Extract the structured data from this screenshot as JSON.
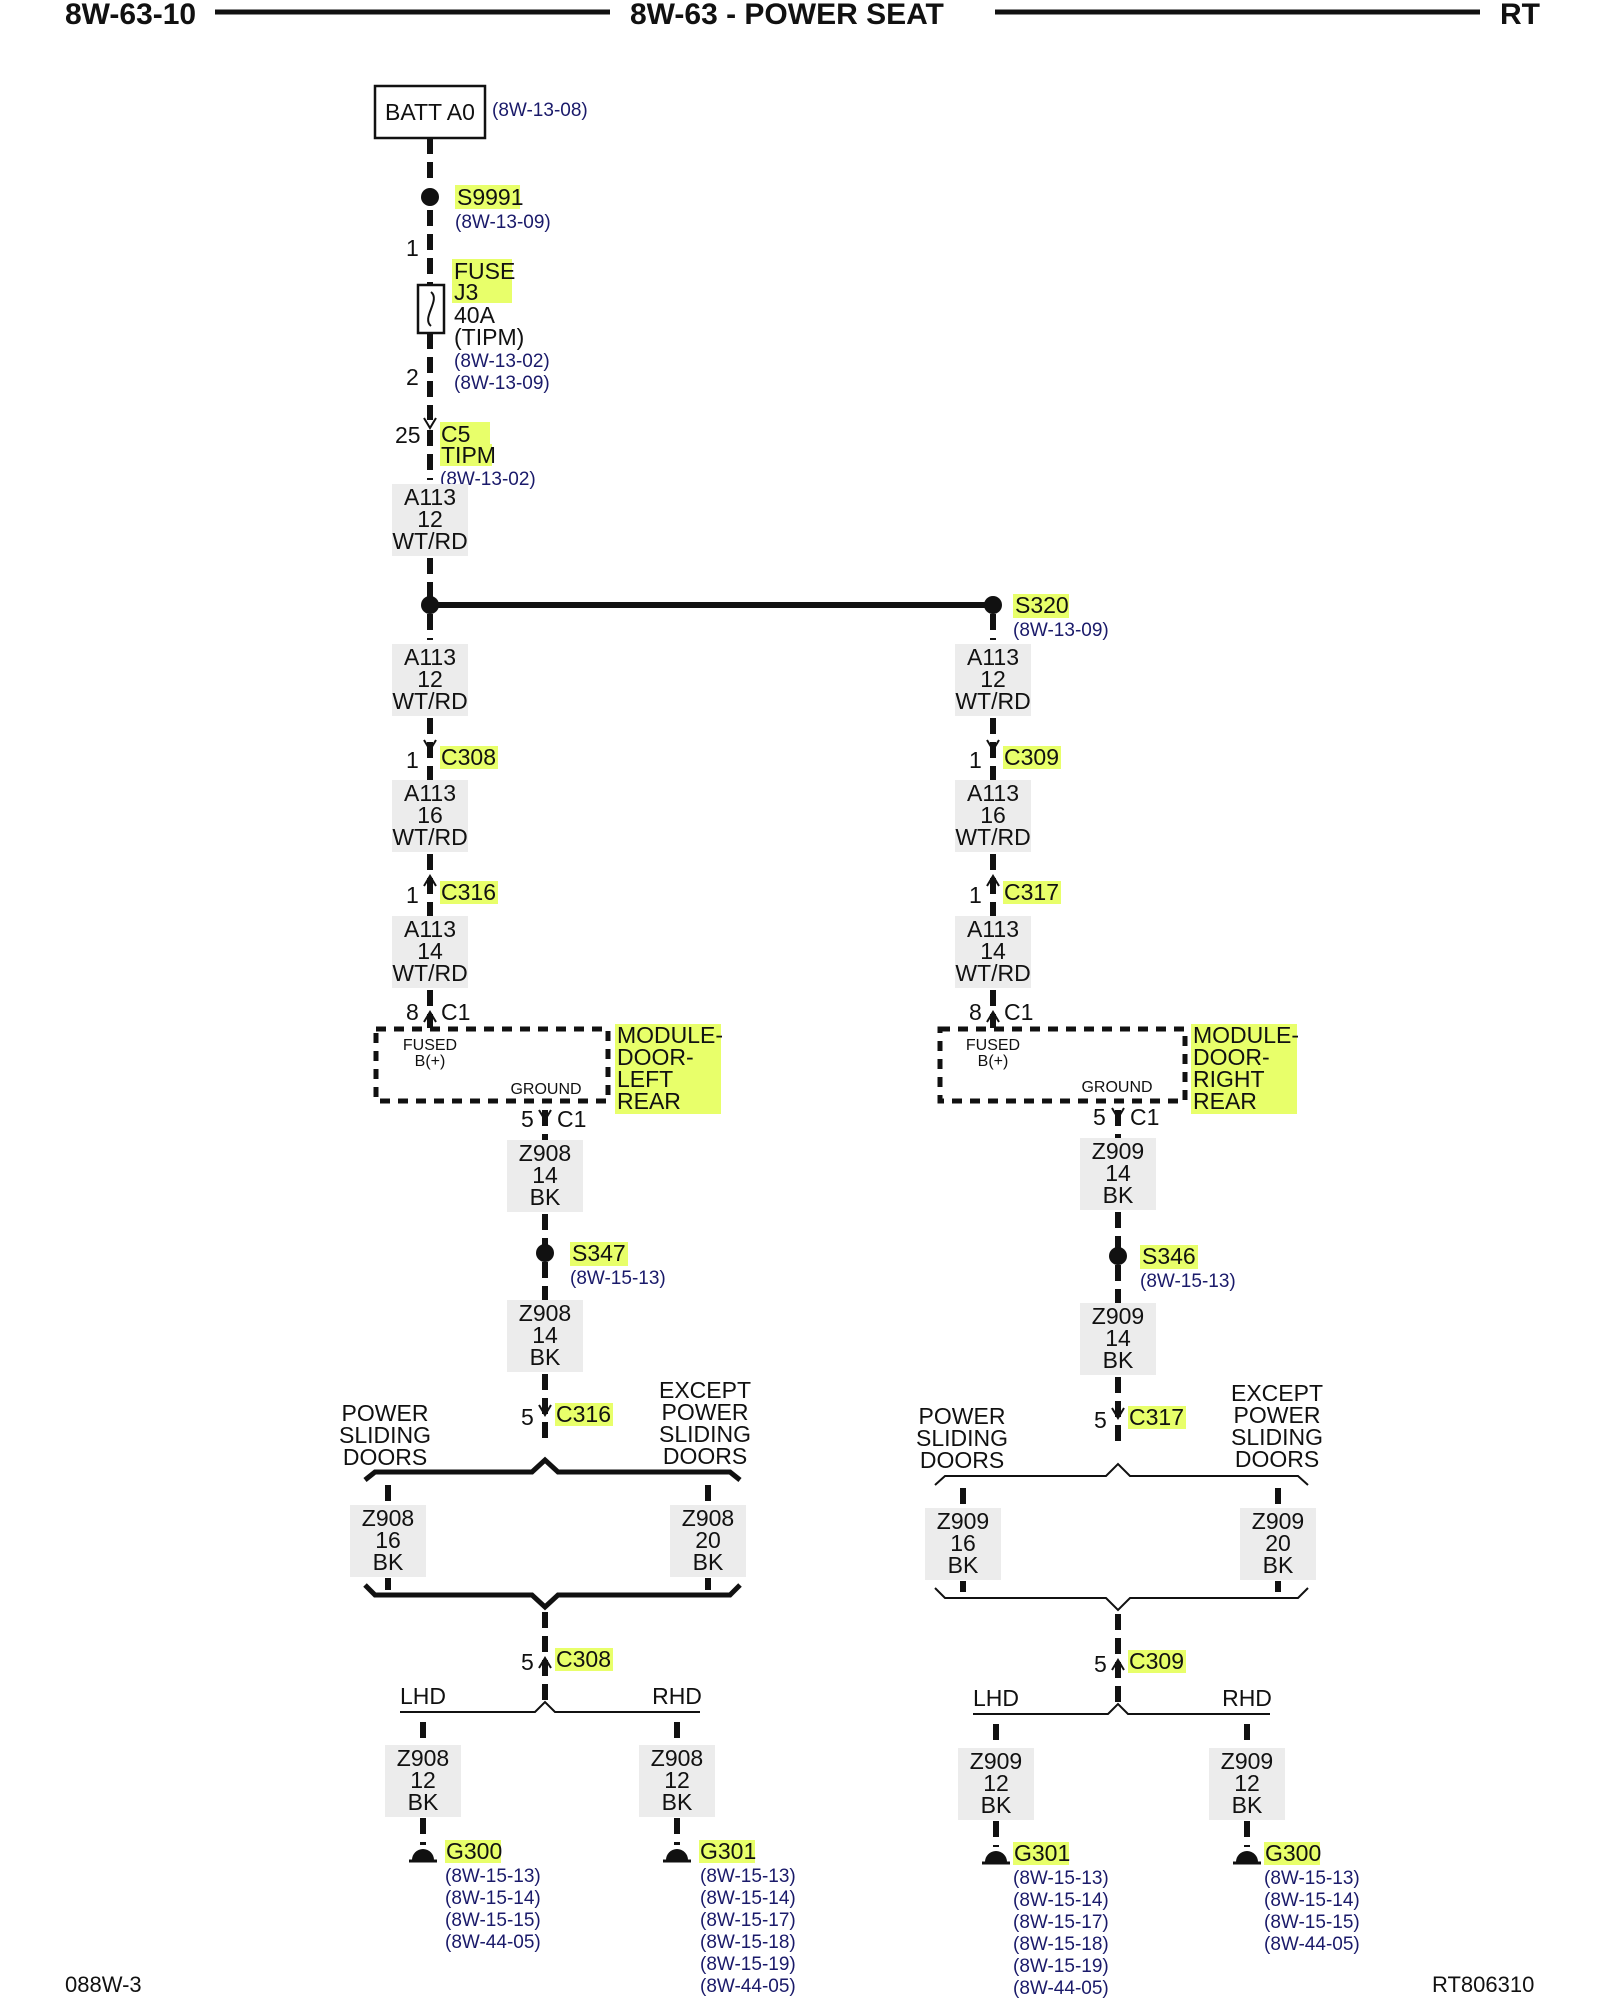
{
  "header": {
    "left": "8W-63-10",
    "center": "8W-63 - POWER SEAT",
    "right": "RT"
  },
  "footer": {
    "left": "088W-3",
    "right": "RT806310"
  },
  "source": {
    "name": "BATT A0",
    "ref": "(8W-13-08)"
  },
  "splice_top": {
    "name": "S9991",
    "ref": "(8W-13-09)"
  },
  "fuse": {
    "pin_in": "1",
    "pin_out": "2",
    "label1": "FUSE",
    "label2": "J3",
    "rating": "40A",
    "module": "(TIPM)",
    "ref1": "(8W-13-02)",
    "ref2": "(8W-13-09)"
  },
  "conn_c5": {
    "pin": "25",
    "name": "C5",
    "module": "TIPM",
    "ref": "(8W-13-02)"
  },
  "wire_main": {
    "circuit": "A113",
    "gauge": "12",
    "color": "WT/RD"
  },
  "splice_right": {
    "name": "S320",
    "ref": "(8W-13-09)"
  },
  "left": {
    "wire1": {
      "circuit": "A113",
      "gauge": "12",
      "color": "WT/RD"
    },
    "conn_a": {
      "pin": "1",
      "name": "C308"
    },
    "wire2": {
      "circuit": "A113",
      "gauge": "16",
      "color": "WT/RD"
    },
    "conn_b": {
      "pin": "1",
      "name": "C316"
    },
    "wire3": {
      "circuit": "A113",
      "gauge": "14",
      "color": "WT/RD"
    },
    "mod_in": {
      "pin": "8",
      "conn": "C1"
    },
    "module": {
      "fused1": "FUSED",
      "fused2": "B(+)",
      "ground": "GROUND",
      "l1": "MODULE-",
      "l2": "DOOR-",
      "l3": "LEFT",
      "l4": "REAR"
    },
    "mod_out": {
      "pin": "5",
      "conn": "C1"
    },
    "gw1": {
      "circuit": "Z908",
      "gauge": "14",
      "color": "BK"
    },
    "splice": {
      "name": "S347",
      "ref": "(8W-15-13)"
    },
    "gw2": {
      "circuit": "Z908",
      "gauge": "14",
      "color": "BK"
    },
    "conn_c": {
      "pin": "5",
      "name": "C316"
    },
    "opt_left": {
      "l1": "POWER",
      "l2": "SLIDING",
      "l3": "DOORS"
    },
    "opt_right": {
      "l1": "EXCEPT",
      "l2": "POWER",
      "l3": "SLIDING",
      "l4": "DOORS"
    },
    "ow_left": {
      "circuit": "Z908",
      "gauge": "16",
      "color": "BK"
    },
    "ow_right": {
      "circuit": "Z908",
      "gauge": "20",
      "color": "BK"
    },
    "conn_d": {
      "pin": "5",
      "name": "C308"
    },
    "lhd": "LHD",
    "rhd": "RHD",
    "hw_left": {
      "circuit": "Z908",
      "gauge": "12",
      "color": "BK"
    },
    "hw_right": {
      "circuit": "Z908",
      "gauge": "12",
      "color": "BK"
    },
    "ground_left": {
      "name": "G300",
      "refs": [
        "(8W-15-13)",
        "(8W-15-14)",
        "(8W-15-15)",
        "(8W-44-05)"
      ]
    },
    "ground_right": {
      "name": "G301",
      "refs": [
        "(8W-15-13)",
        "(8W-15-14)",
        "(8W-15-17)",
        "(8W-15-18)",
        "(8W-15-19)",
        "(8W-44-05)"
      ]
    }
  },
  "right": {
    "wire1": {
      "circuit": "A113",
      "gauge": "12",
      "color": "WT/RD"
    },
    "conn_a": {
      "pin": "1",
      "name": "C309"
    },
    "wire2": {
      "circuit": "A113",
      "gauge": "16",
      "color": "WT/RD"
    },
    "conn_b": {
      "pin": "1",
      "name": "C317"
    },
    "wire3": {
      "circuit": "A113",
      "gauge": "14",
      "color": "WT/RD"
    },
    "mod_in": {
      "pin": "8",
      "conn": "C1"
    },
    "module": {
      "fused1": "FUSED",
      "fused2": "B(+)",
      "ground": "GROUND",
      "l1": "MODULE-",
      "l2": "DOOR-",
      "l3": "RIGHT",
      "l4": "REAR"
    },
    "mod_out": {
      "pin": "5",
      "conn": "C1"
    },
    "gw1": {
      "circuit": "Z909",
      "gauge": "14",
      "color": "BK"
    },
    "splice": {
      "name": "S346",
      "ref": "(8W-15-13)"
    },
    "gw2": {
      "circuit": "Z909",
      "gauge": "14",
      "color": "BK"
    },
    "conn_c": {
      "pin": "5",
      "name": "C317"
    },
    "opt_left": {
      "l1": "POWER",
      "l2": "SLIDING",
      "l3": "DOORS"
    },
    "opt_right": {
      "l1": "EXCEPT",
      "l2": "POWER",
      "l3": "SLIDING",
      "l4": "DOORS"
    },
    "ow_left": {
      "circuit": "Z909",
      "gauge": "16",
      "color": "BK"
    },
    "ow_right": {
      "circuit": "Z909",
      "gauge": "20",
      "color": "BK"
    },
    "conn_d": {
      "pin": "5",
      "name": "C309"
    },
    "lhd": "LHD",
    "rhd": "RHD",
    "hw_left": {
      "circuit": "Z909",
      "gauge": "12",
      "color": "BK"
    },
    "hw_right": {
      "circuit": "Z909",
      "gauge": "12",
      "color": "BK"
    },
    "ground_left": {
      "name": "G301",
      "refs": [
        "(8W-15-13)",
        "(8W-15-14)",
        "(8W-15-17)",
        "(8W-15-18)",
        "(8W-15-19)",
        "(8W-44-05)"
      ]
    },
    "ground_right": {
      "name": "G300",
      "refs": [
        "(8W-15-13)",
        "(8W-15-14)",
        "(8W-15-15)",
        "(8W-44-05)"
      ]
    }
  }
}
